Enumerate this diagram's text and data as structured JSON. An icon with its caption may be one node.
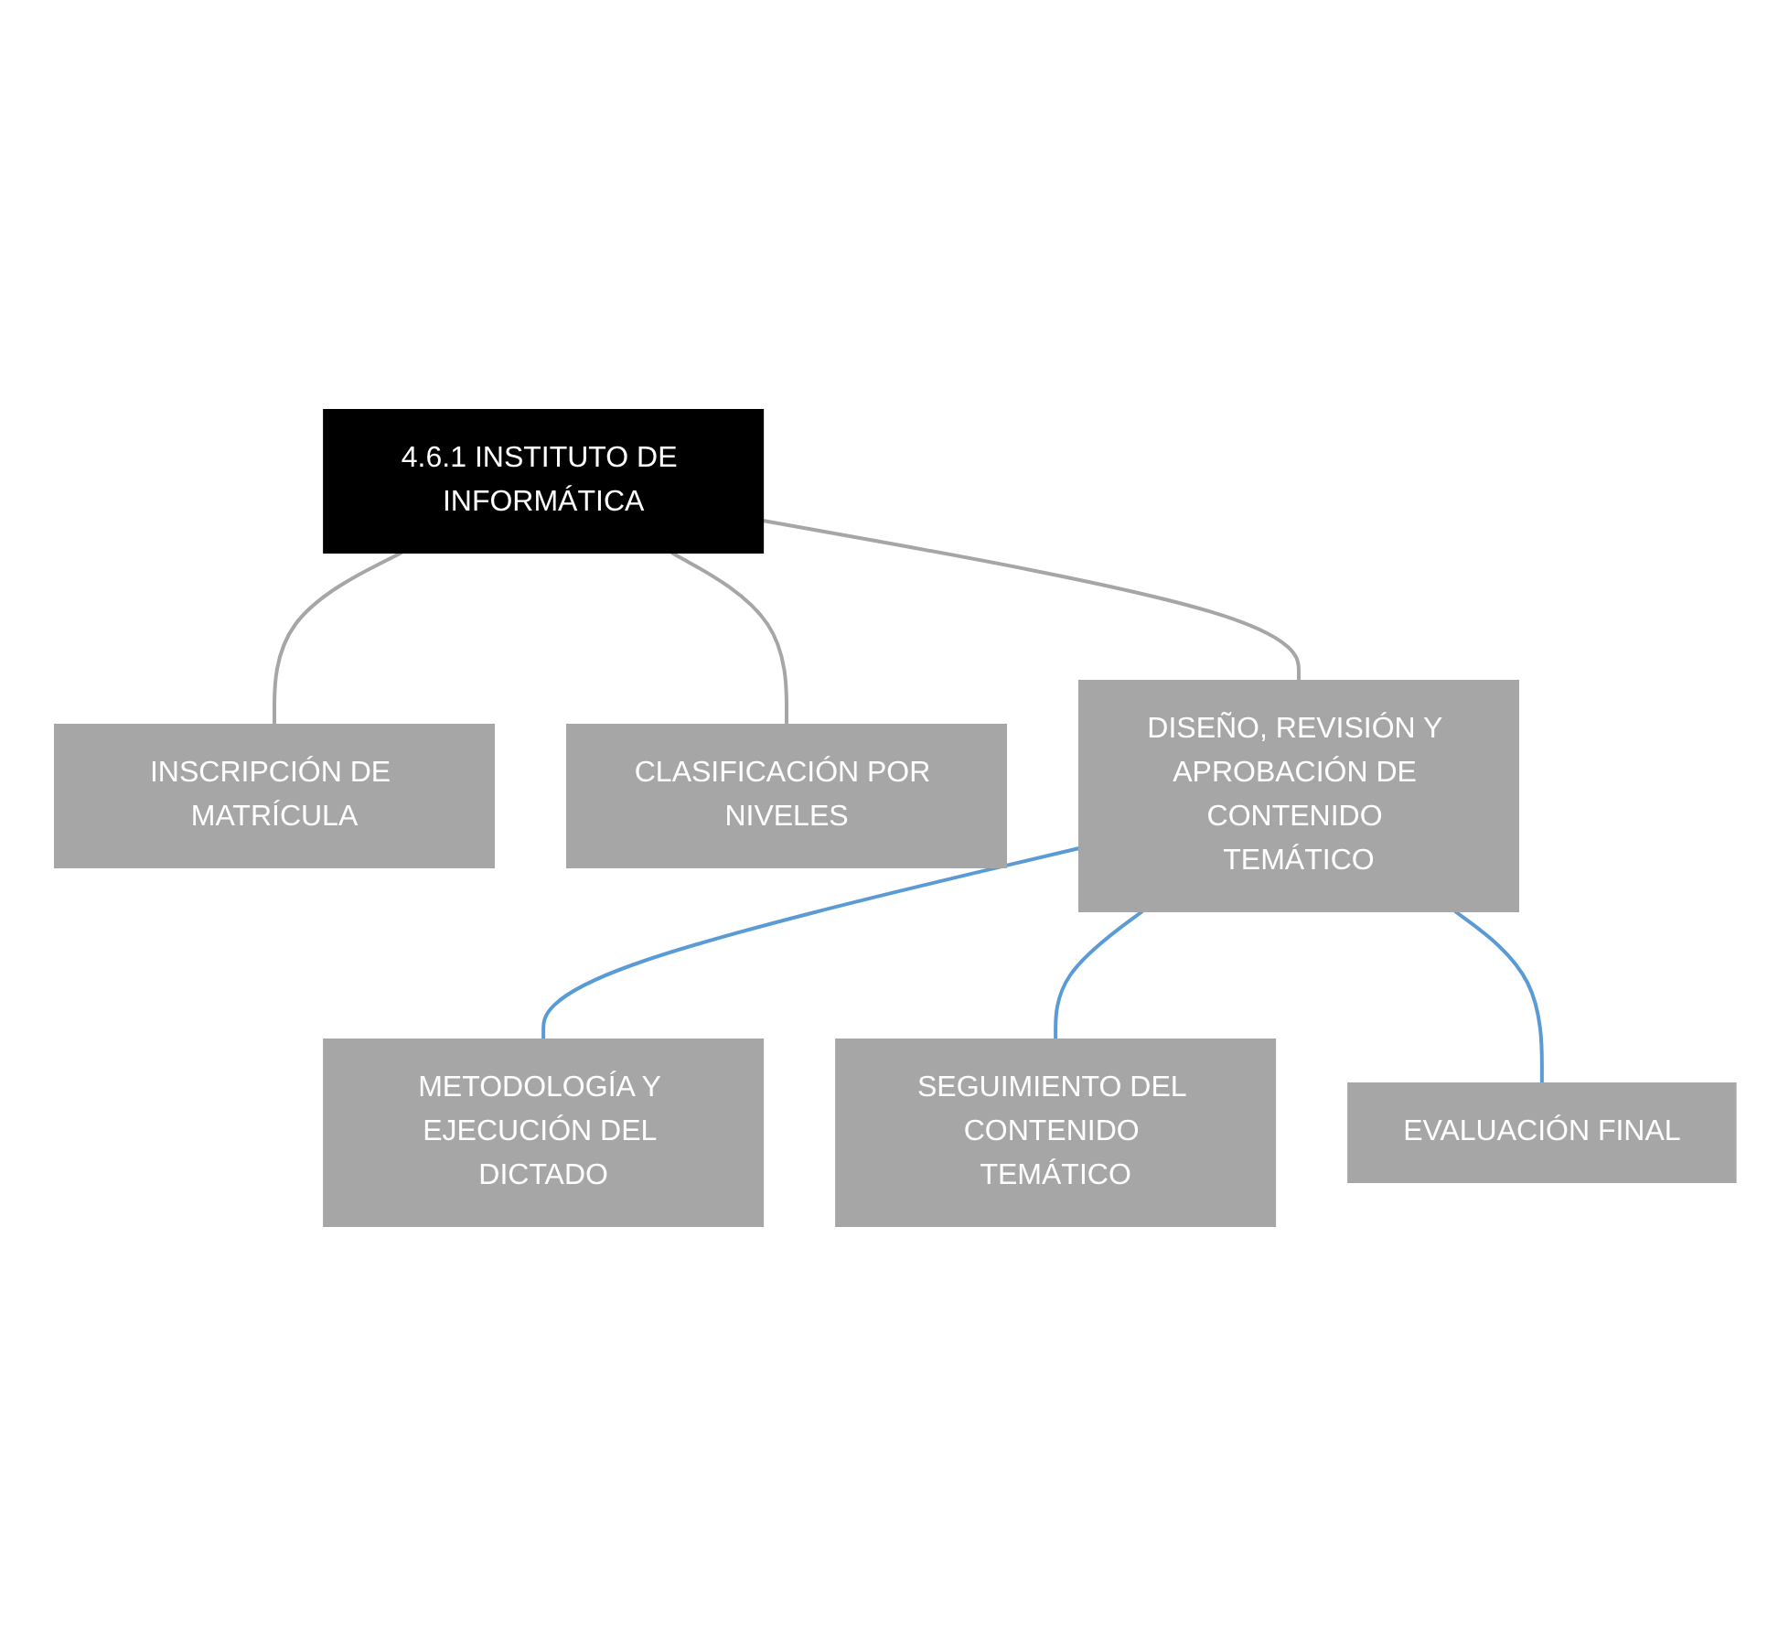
{
  "diagram": {
    "nodes": [
      {
        "text": [
          "4.6.1 INSTITUTO DE INFORMÁTICA"
        ]
      },
      {
        "text": [
          "INSCRIPCIÓN DE MATRÍCULA"
        ]
      },
      {
        "text": [
          "CLASIFICACIÓN POR NIVELES"
        ]
      },
      {
        "text": [
          "DISEÑO, REVISIÓN Y APROBACIÓN DE CONTENIDO TEMÁTICO"
        ]
      },
      {
        "text": [
          "METODOLOGÍA Y EJECUCIÓN DEL DICTADO"
        ]
      },
      {
        "text": [
          "SEGUIMIENTO DEL CONTENIDO TEMÁTICO"
        ]
      },
      {
        "text": [
          "EVALUACIÓN FINAL"
        ]
      }
    ],
    "edges": [
      {
        "from": 0,
        "to": 1,
        "arrow": "none",
        "color": "#a6a6a6"
      },
      {
        "from": 0,
        "to": 2,
        "arrow": "none",
        "color": "#a6a6a6"
      },
      {
        "from": 0,
        "to": 3,
        "arrow": "none",
        "color": "#a6a6a6"
      },
      {
        "from": 3,
        "to": 4,
        "arrow": "none",
        "color": "#5b9bd5"
      },
      {
        "from": 3,
        "to": 5,
        "arrow": "none",
        "color": "#5b9bd5"
      },
      {
        "from": 3,
        "to": 6,
        "arrow": "none",
        "color": "#5b9bd5"
      }
    ]
  }
}
